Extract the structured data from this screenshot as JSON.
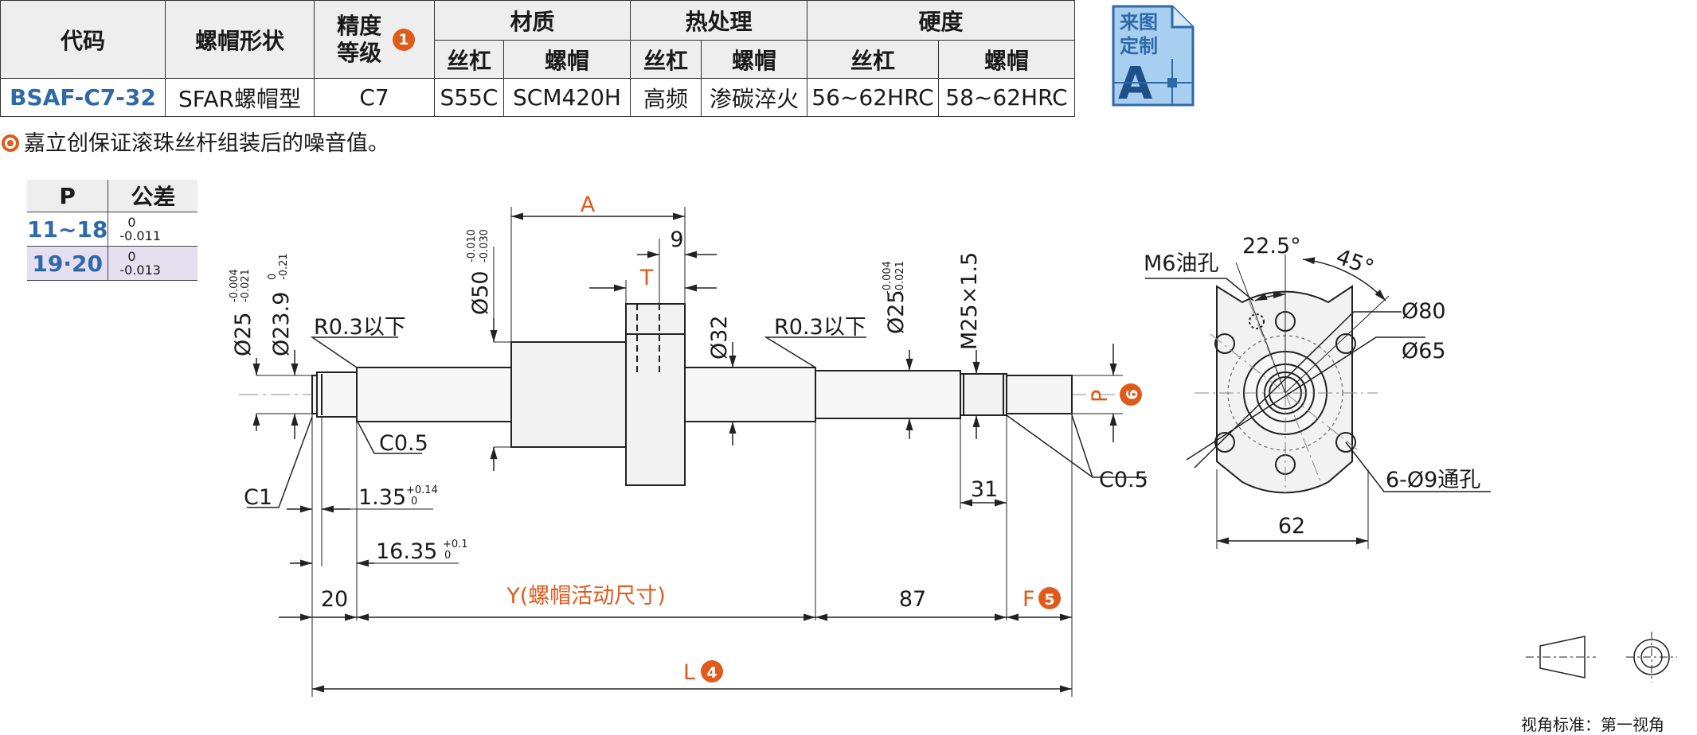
{
  "spec_table": {
    "headers": {
      "code": "代码",
      "nut_shape": "螺帽形状",
      "precision_grade": "精度等级",
      "precision_badge": "1",
      "material": "材质",
      "heat_treatment": "热处理",
      "hardness": "硬度"
    },
    "sub_headers": {
      "material_screw": "丝杠",
      "material_nut": "螺帽",
      "heat_screw": "丝杠",
      "heat_nut": "螺帽",
      "hard_screw": "丝杠",
      "hard_nut": "螺帽"
    },
    "row": {
      "code": "BSAF-C7-32",
      "nut_shape": "SFAR螺帽型",
      "precision": "C7",
      "material_screw": "S55C",
      "material_nut": "SCM420H",
      "heat_screw": "高频",
      "heat_nut": "渗碳淬火",
      "hard_screw": "56~62HRC",
      "hard_nut": "58~62HRC"
    }
  },
  "note": "嘉立创保证滚珠丝杆组装后的噪音值。",
  "custom_badge": {
    "line1": "来图",
    "line2": "定制",
    "letter": "A"
  },
  "tolerance_table": {
    "header_p": "P",
    "header_tol": "公差",
    "rows": [
      {
        "p": "11~18",
        "upper": "0",
        "lower": "-0.011"
      },
      {
        "p": "19·20",
        "upper": "0",
        "lower": "-0.013"
      }
    ]
  },
  "drawing": {
    "dim_A": "A",
    "dim_9": "9",
    "dim_T": "T",
    "dia50": "Ø50",
    "dia50_tol_upper": "-0.010",
    "dia50_tol_lower": "-0.030",
    "dia32": "Ø32",
    "dia25_left": "Ø25",
    "dia25_tol_upper": "-0.004",
    "dia25_tol_lower": "-0.021",
    "dia23_9": "Ø23.9",
    "dia23_9_tol_upper": "0",
    "dia23_9_tol_lower": "-0.21",
    "dia25_right": "Ø25",
    "m25": "M25×1.5",
    "r03_left": "R0.3以下",
    "r03_right": "R0.3以下",
    "c05_left": "C0.5",
    "c05_right": "C0.5",
    "c1": "C1",
    "dim_1_35": "1.35",
    "dim_1_35_tol_upper": "+0.14",
    "dim_1_35_tol_lower": "0",
    "dim_16_35": "16.35",
    "dim_16_35_tol_upper": "+0.1",
    "dim_16_35_tol_lower": "0",
    "dim_20": "20",
    "dim_Y": "Y(螺帽活动尺寸)",
    "dim_87": "87",
    "dim_F": "F",
    "badge_F": "5",
    "dim_31": "31",
    "dim_L": "L",
    "badge_L": "4",
    "dim_P": "P",
    "badge_P": "6",
    "angle_22_5": "22.5°",
    "angle_45": "45°",
    "oil_hole": "M6油孔",
    "dia80": "Ø80",
    "dia65": "Ø65",
    "holes": "6-Ø9通孔",
    "dim_62": "62"
  },
  "view_note": "视角标准：第一视角",
  "colors": {
    "accent_orange": "#e05a1b",
    "code_blue": "#2e6aa8",
    "header_gray": "#eeeeee",
    "badge_blue": "#a9cff0"
  }
}
